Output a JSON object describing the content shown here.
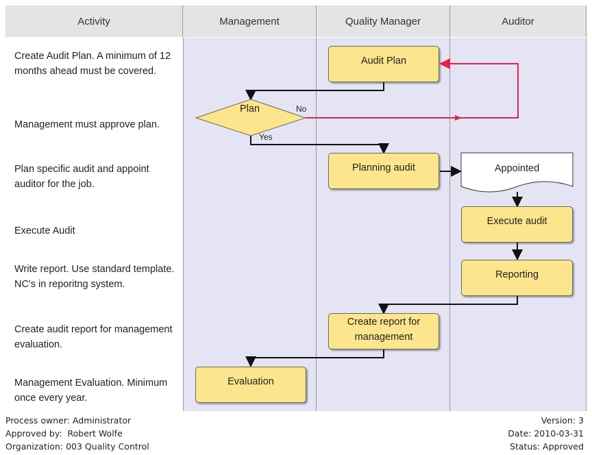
{
  "columns": [
    "Activity",
    "Management",
    "Quality Manager",
    "Auditor"
  ],
  "activities": [
    "Create Audit Plan. A minimum of 12 months ahead must be covered.",
    "Management must approve plan.",
    "Plan specific audit and appoint auditor for the job.",
    "Execute Audit",
    "Write report. Use standard template. NC's in reporitng system.",
    "Create audit report for management evaluation.",
    "Management Evaluation. Minimum once every year."
  ],
  "nodes": {
    "audit_plan": "Audit Plan",
    "plan_decision": "Plan",
    "planning_audit": "Planning audit",
    "appointed": "Appointed",
    "execute_audit": "Execute audit",
    "reporting": "Reporting",
    "create_report": "Create report for management",
    "evaluation": "Evaluation"
  },
  "edge_labels": {
    "no": "No",
    "yes": "Yes"
  },
  "colors": {
    "box_fill": "#fce58c",
    "lane_fill": "#e4e4f4",
    "header_fill": "#e4e4e4",
    "reject_arrow": "#e8204a"
  },
  "footer": {
    "process_owner": "Process owner: Administrator",
    "approved_by": "Approved by:  Robert Wolfe",
    "organization": "Organization: 003 Quality Control",
    "version": "Version: 3",
    "date": "Date: 2010-03-31",
    "status": "Status: Approved"
  }
}
